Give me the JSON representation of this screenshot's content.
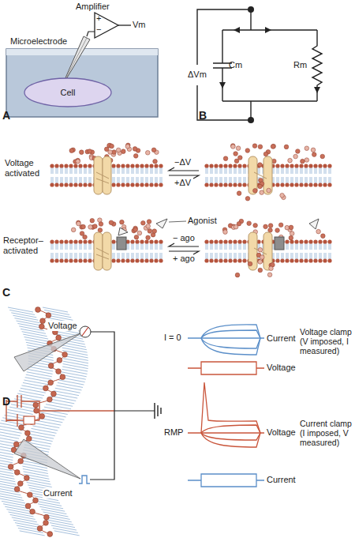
{
  "diagram": {
    "nodes": [
      {
        "text": [
          "Cell"
        ]
      }
    ],
    "labels": [
      "Amplifier",
      "+",
      "−",
      "Vm",
      "Microelectrode",
      "A",
      "ΔVm",
      "Cm",
      "Rm",
      "B",
      "Voltage activated",
      "−ΔV",
      "+ΔV",
      "Receptor– activated",
      "Agonist",
      "− ago",
      "+ ago",
      "C",
      "Voltage",
      "Current",
      "I = 0",
      "Current",
      "Voltage clamp (V imposed, I measured)",
      "Voltage",
      "RMP",
      "Voltage",
      "Current clamp (I imposed, V measured)",
      "Current",
      "D"
    ]
  }
}
